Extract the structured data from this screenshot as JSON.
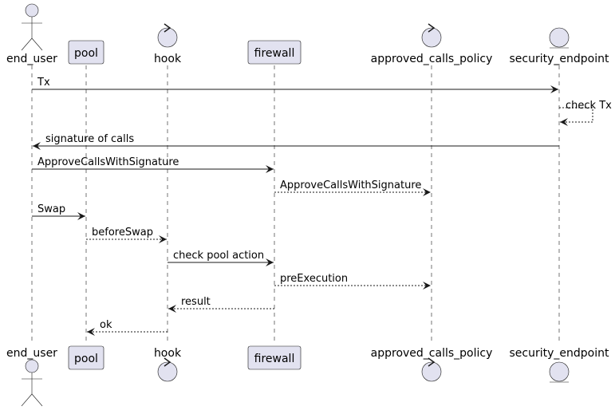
{
  "diagram": {
    "type": "sequence",
    "participants": [
      {
        "id": "end_user",
        "label": "end_user",
        "kind": "actor"
      },
      {
        "id": "pool",
        "label": "pool",
        "kind": "participant"
      },
      {
        "id": "hook",
        "label": "hook",
        "kind": "control"
      },
      {
        "id": "firewall",
        "label": "firewall",
        "kind": "participant"
      },
      {
        "id": "approved_calls_policy",
        "label": "approved_calls_policy",
        "kind": "control"
      },
      {
        "id": "security_endpoint",
        "label": "security_endpoint",
        "kind": "entity"
      }
    ],
    "messages": [
      {
        "from": "end_user",
        "to": "security_endpoint",
        "label": "Tx",
        "style": "solid"
      },
      {
        "from": "security_endpoint",
        "to": "security_endpoint",
        "label": "check Tx",
        "style": "dashed"
      },
      {
        "from": "security_endpoint",
        "to": "end_user",
        "label": "signature of calls",
        "style": "solid"
      },
      {
        "from": "end_user",
        "to": "firewall",
        "label": "ApproveCallsWithSignature",
        "style": "solid"
      },
      {
        "from": "firewall",
        "to": "approved_calls_policy",
        "label": "ApproveCallsWithSignature",
        "style": "dashed"
      },
      {
        "from": "end_user",
        "to": "pool",
        "label": "Swap",
        "style": "solid"
      },
      {
        "from": "pool",
        "to": "hook",
        "label": "beforeSwap",
        "style": "dashed"
      },
      {
        "from": "hook",
        "to": "firewall",
        "label": "check pool action",
        "style": "solid"
      },
      {
        "from": "firewall",
        "to": "approved_calls_policy",
        "label": "preExecution",
        "style": "dashed"
      },
      {
        "from": "firewall",
        "to": "hook",
        "label": "result",
        "style": "dashed"
      },
      {
        "from": "hook",
        "to": "pool",
        "label": "ok",
        "style": "dashed"
      }
    ],
    "colors": {
      "box_fill": "#e2e2f0",
      "box_stroke": "#181818",
      "lifeline": "#181818",
      "arrow": "#181818",
      "background": "#ffffff"
    }
  }
}
